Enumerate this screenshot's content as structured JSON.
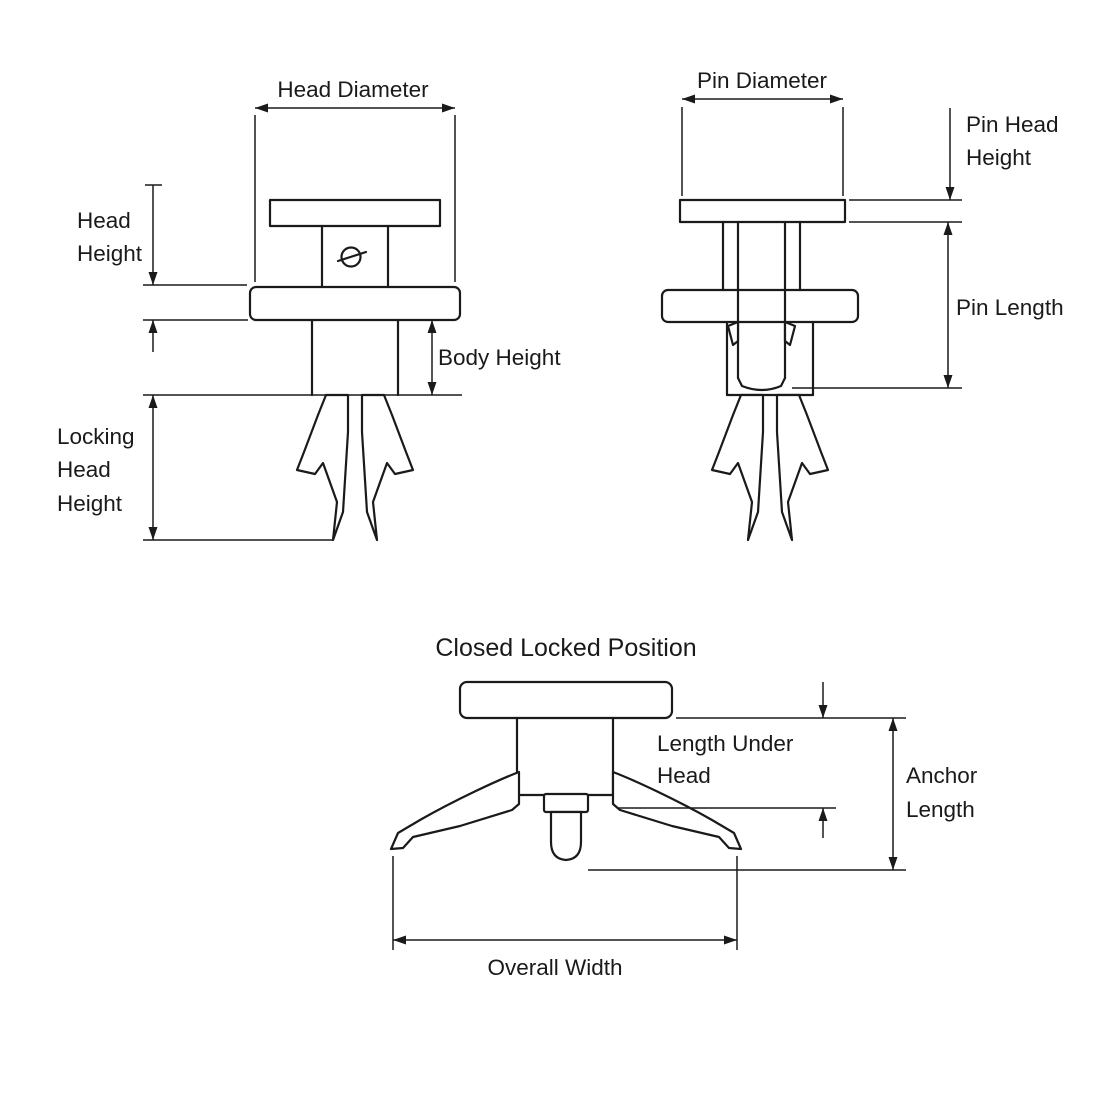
{
  "colors": {
    "ink": "#1a1a1a",
    "background": "#ffffff"
  },
  "front_view": {
    "head_diameter": "Head Diameter",
    "head_height": [
      "Head",
      "Height"
    ],
    "body_height": "Body Height",
    "locking_head_height": [
      "Locking",
      "Head",
      "Height"
    ]
  },
  "pin_view": {
    "pin_diameter": "Pin Diameter",
    "pin_head_height": [
      "Pin Head",
      "Height"
    ],
    "pin_length": "Pin Length"
  },
  "locked_view": {
    "title": "Closed Locked Position",
    "length_under_head": [
      "Length Under",
      "Head"
    ],
    "anchor_length": [
      "Anchor",
      "Length"
    ],
    "overall_width": "Overall Width"
  }
}
